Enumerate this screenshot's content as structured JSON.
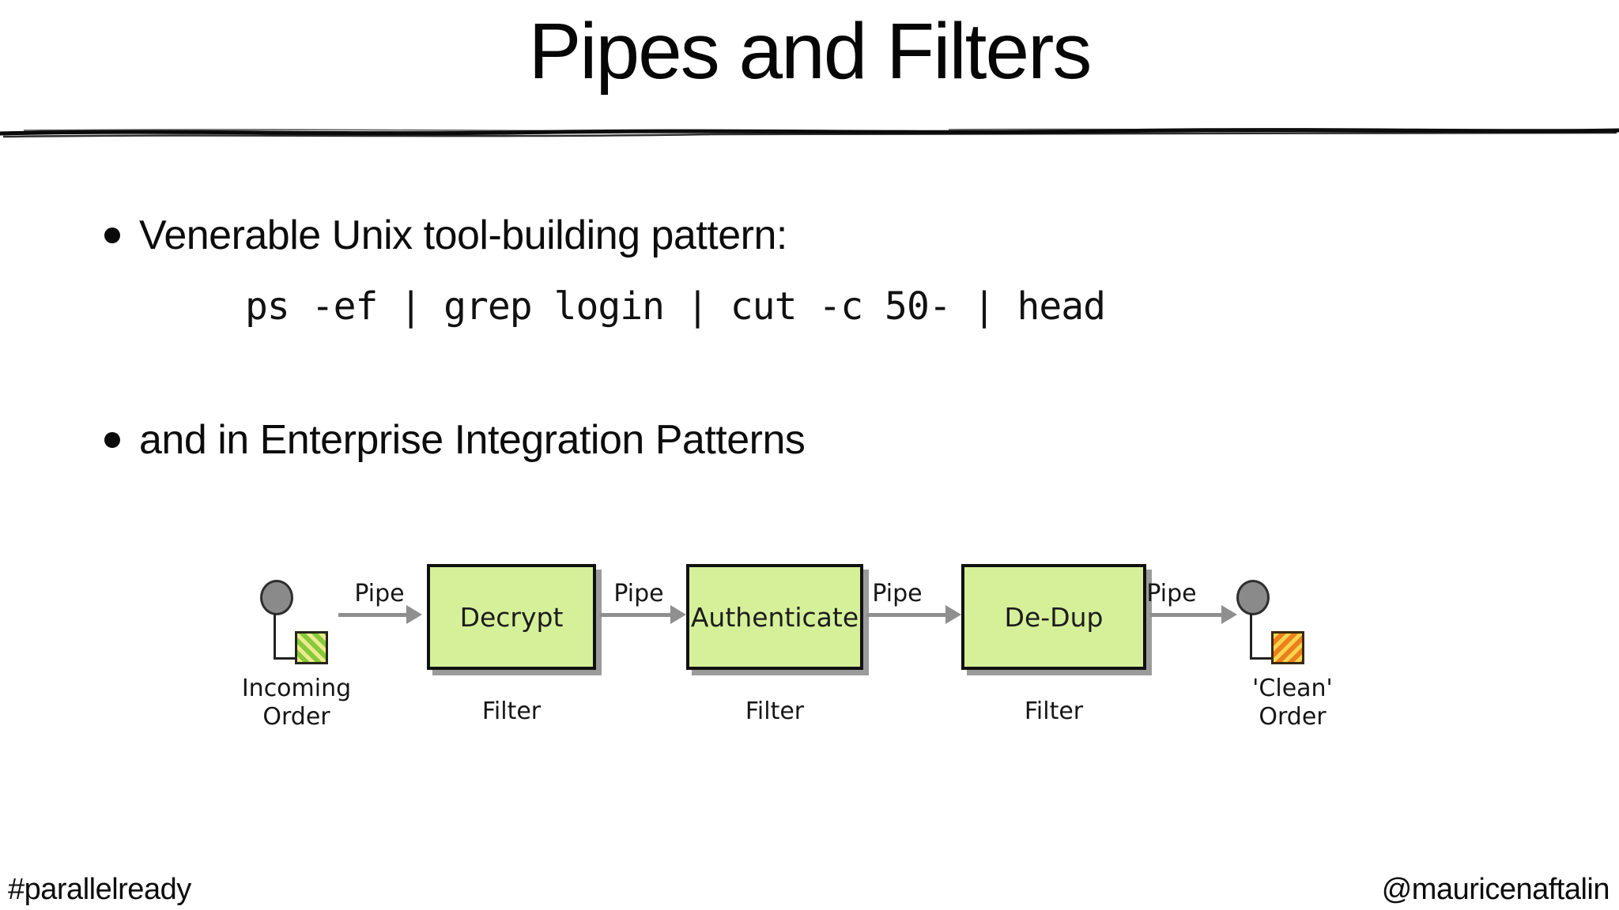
{
  "slide": {
    "title": "Pipes and Filters",
    "bullets": [
      {
        "text": "Venerable Unix tool-building pattern:"
      },
      {
        "text": "and in Enterprise Integration Patterns"
      }
    ],
    "code": "ps -ef | grep login | cut -c 50- | head",
    "footer": {
      "left": "#parallelready",
      "right": "@mauricenaftalin"
    }
  },
  "diagram": {
    "type": "pipes-and-filters-flow",
    "source": {
      "label_line1": "Incoming",
      "label_line2": "Order"
    },
    "sink": {
      "label_line1": "'Clean'",
      "label_line2": "Order"
    },
    "pipe_labels": [
      "Pipe",
      "Pipe",
      "Pipe",
      "Pipe"
    ],
    "filters": [
      {
        "name": "Decrypt",
        "caption": "Filter"
      },
      {
        "name": "Authenticate",
        "caption": "Filter"
      },
      {
        "name": "De-Dup",
        "caption": "Filter"
      }
    ],
    "colors": {
      "filter_fill": "#d6f09a",
      "filter_border": "#101010",
      "box_shadow": "#9b9b9b",
      "arrow": "#8f8f8f",
      "terminal_circle_fill": "#8a8a8a",
      "incoming_stripe_green": "#85c93c",
      "incoming_stripe_yellow": "#eeea8d",
      "clean_stripe_orange": "#ec7f1d",
      "clean_stripe_yellow": "#f6d64e"
    }
  }
}
